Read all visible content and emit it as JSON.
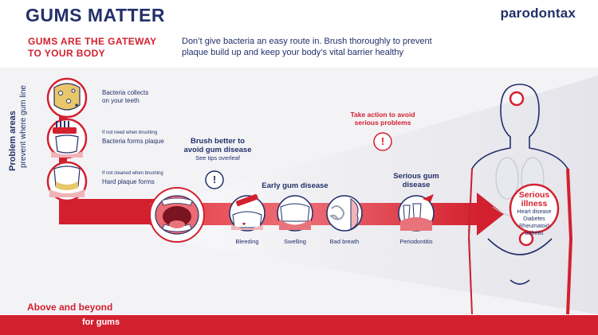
{
  "header": {
    "title": "GUMS MATTER",
    "brand": "parodontax",
    "subtitle_line1": "GUMS ARE THE GATEWAY",
    "subtitle_line2": "TO YOUR BODY",
    "intro_line1": "Don’t give bacteria an easy route in. Brush thoroughly to prevent",
    "intro_line2": "plaque build up and keep your body’s vital barrier healthy"
  },
  "side_label": {
    "line1": "Problem areas",
    "line2": "prevent where gum line"
  },
  "problem_steps": [
    {
      "note": "",
      "label_line1": "Bacteria collects",
      "label_line2": "on your teeth"
    },
    {
      "note": "If not need when brushing",
      "label_line1": "Bacteria forms plaque",
      "label_line2": ""
    },
    {
      "note": "If not cleaned when brushing",
      "label_line1": "Hard plaque forms",
      "label_line2": ""
    }
  ],
  "brush_better": {
    "line1": "Brush better to",
    "line2": "avoid gum disease",
    "line3": "See tips overleaf"
  },
  "take_action": {
    "line1": "Take action to avoid",
    "line2": "serious problems"
  },
  "early": {
    "title": "Early gum disease",
    "items": [
      "Bleeding",
      "Swelling",
      "Bad breath"
    ]
  },
  "serious": {
    "line1": "Serious gum",
    "line2": "disease",
    "item": "Periodontitis"
  },
  "illness": {
    "line1": "Serious",
    "line2": "illness",
    "items": [
      "Heart disease",
      "Diabetes",
      "Rheumatoid",
      "arthritis"
    ]
  },
  "alert_glyph": "!",
  "footer": {
    "line1": "Above and beyond",
    "line2": "for gums"
  },
  "colors": {
    "brand_red": "#d3202f",
    "navy": "#23306a",
    "gum_pink": "#f2b3b8",
    "tooth": "#ffffff",
    "plaque": "#e8c66a"
  }
}
